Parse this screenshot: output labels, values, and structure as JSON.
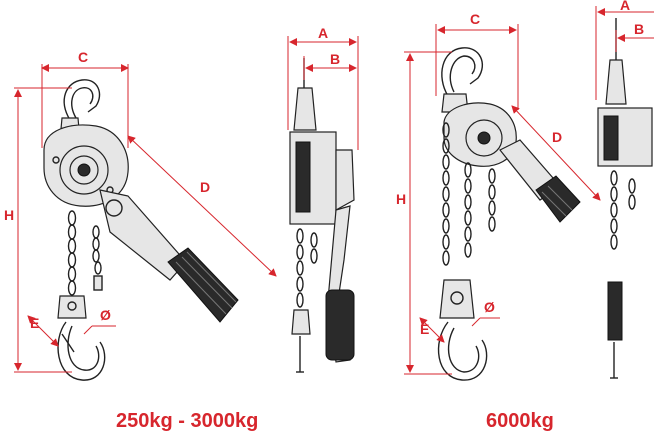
{
  "captions": {
    "left": "250kg - 3000kg",
    "right": "6000kg"
  },
  "dimension_labels": {
    "A": "A",
    "B": "B",
    "C": "C",
    "D": "D",
    "E": "E",
    "H": "H",
    "diameter": "Ø"
  },
  "colors": {
    "accent": "#d7262d",
    "ink": "#222222"
  }
}
